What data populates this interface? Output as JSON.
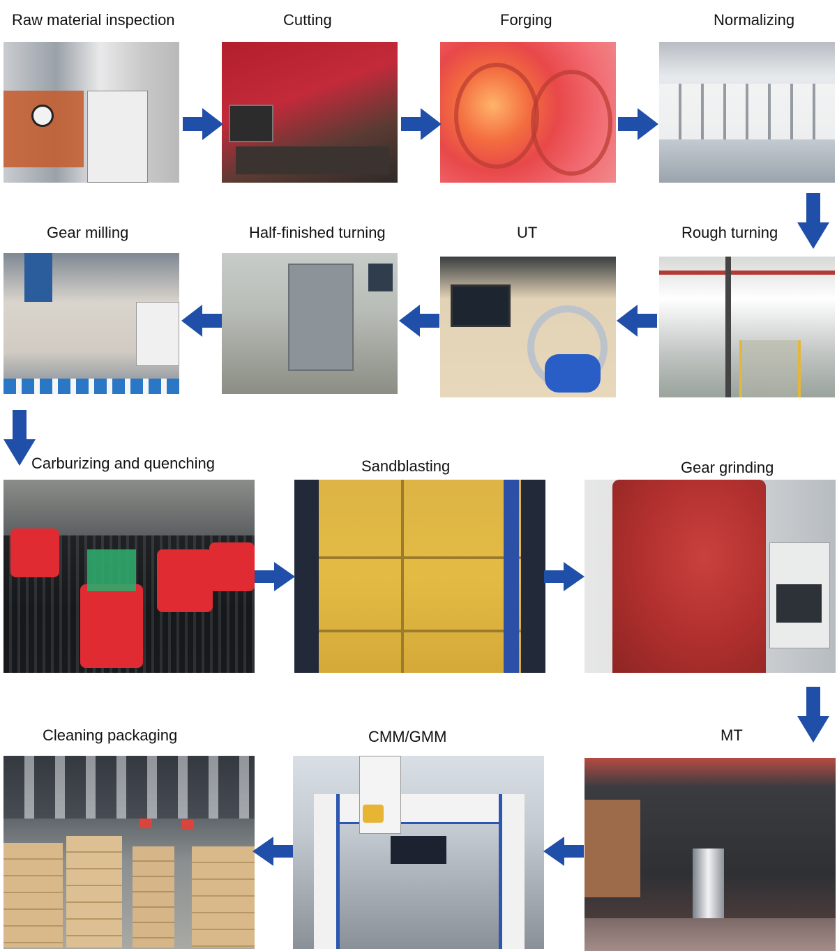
{
  "title": "Gear manufacturing process flow",
  "colors": {
    "arrow": "#1f4fa8"
  },
  "steps": [
    {
      "label": "Raw material inspection",
      "icon": "impact-tester-photo"
    },
    {
      "label": "Cutting",
      "icon": "band-saw-photo"
    },
    {
      "label": "Forging",
      "icon": "hot-forging-photo"
    },
    {
      "label": "Normalizing",
      "icon": "furnace-line-photo"
    },
    {
      "label": "Rough turning",
      "icon": "cnc-workshop-photo"
    },
    {
      "label": "UT",
      "icon": "ultrasonic-tester-photo"
    },
    {
      "label": "Half-finished turning",
      "icon": "lathe-photo"
    },
    {
      "label": "Gear milling",
      "icon": "hobbing-machine-photo"
    },
    {
      "label": "Carburizing and quenching",
      "icon": "heat-treated-gears-photo"
    },
    {
      "label": "Sandblasting",
      "icon": "sandblast-cabinet-photo"
    },
    {
      "label": "Gear grinding",
      "icon": "gear-grinder-photo"
    },
    {
      "label": "MT",
      "icon": "magnetic-particle-photo"
    },
    {
      "label": "CMM/GMM",
      "icon": "cmm-machine-photo"
    },
    {
      "label": "Cleaning packaging",
      "icon": "packaged-crates-photo"
    }
  ]
}
